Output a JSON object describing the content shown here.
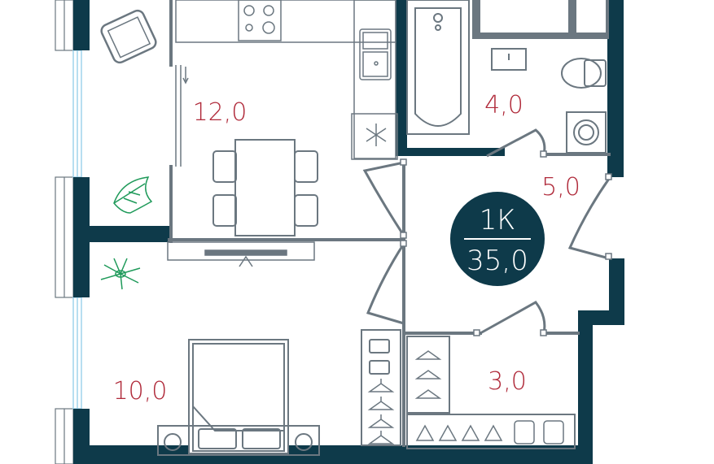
{
  "colors": {
    "wall": "#0e3a4a",
    "line": "#6b7780",
    "area_text": "#b02a3a",
    "badge_bg": "#0e3a4a",
    "badge_text": "#ffffff",
    "plant": "#1f9a5a",
    "window": "#9fd3ec"
  },
  "apartment": {
    "type": "1К",
    "total_area": "35,0"
  },
  "rooms": [
    {
      "id": "kitchen",
      "area": "12,0"
    },
    {
      "id": "bathroom",
      "area": "4,0"
    },
    {
      "id": "hallway",
      "area": "5,0"
    },
    {
      "id": "bedroom",
      "area": "10,0"
    },
    {
      "id": "wardrobe",
      "area": "3,0"
    }
  ],
  "icons": [
    "armchair-icon",
    "stove-icon",
    "sink-icon",
    "fridge-icon",
    "bathtub-icon",
    "toilet-icon",
    "washbasin-icon",
    "washing-machine-icon",
    "dining-table-icon",
    "chair-icon",
    "plant-icon",
    "bed-icon",
    "tv-icon",
    "hanger-icon",
    "door-icon",
    "window-icon"
  ]
}
